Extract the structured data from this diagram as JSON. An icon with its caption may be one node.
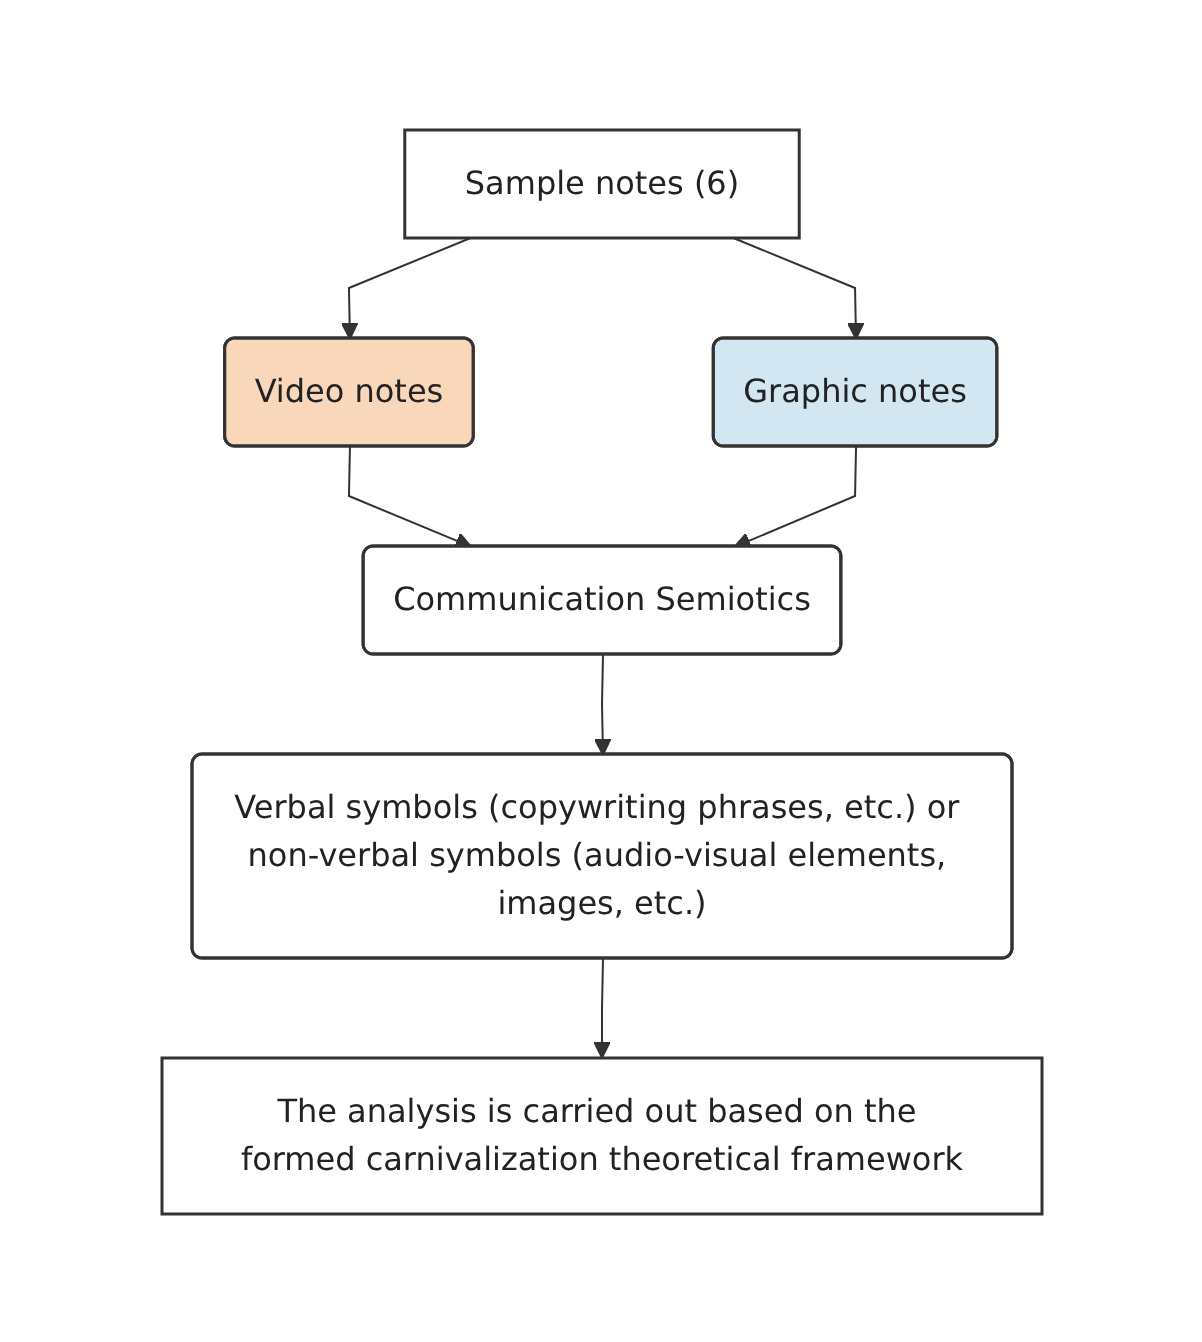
{
  "diagram": {
    "nodes": [
      {
        "text": [
          "Sample notes (6)"
        ]
      },
      {
        "text": [
          "Video notes"
        ]
      },
      {
        "text": [
          "Graphic notes"
        ]
      },
      {
        "text": [
          "Communication Semiotics"
        ]
      },
      {
        "text": [
          "Verbal symbols (copywriting phrases, etc.) or non-verbal symbols (audio-visual elements, images, etc.)"
        ]
      },
      {
        "text": [
          "The analysis is carried out based on the formed carnivalization theoretical framework"
        ]
      }
    ],
    "edges": [
      {
        "from": 0,
        "to": 1,
        "arrow": "to"
      },
      {
        "from": 0,
        "to": 2,
        "arrow": "to"
      },
      {
        "from": 1,
        "to": 3,
        "arrow": "to"
      },
      {
        "from": 2,
        "to": 3,
        "arrow": "to"
      },
      {
        "from": 3,
        "to": 4,
        "arrow": "to"
      },
      {
        "from": 4,
        "to": 5,
        "arrow": "to"
      }
    ]
  }
}
